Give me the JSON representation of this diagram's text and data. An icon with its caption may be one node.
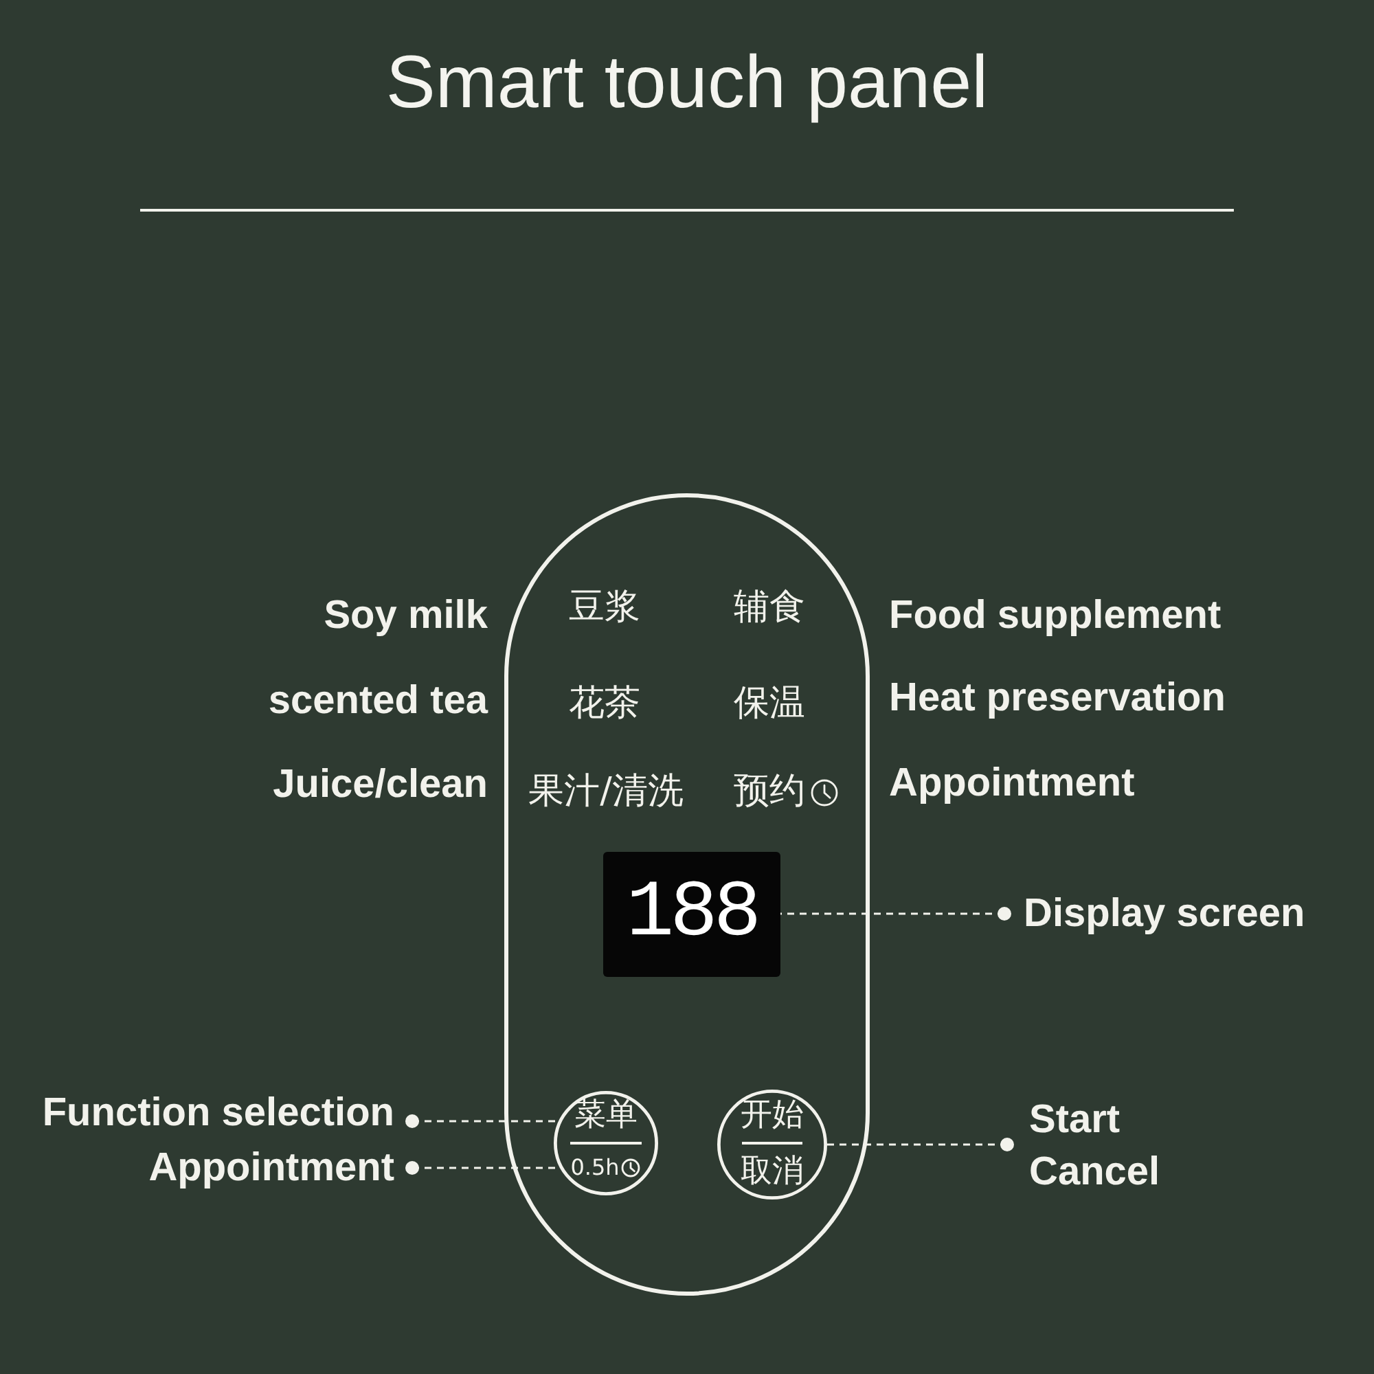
{
  "diagram": {
    "title": "Smart touch panel",
    "nodes": [
      {
        "text": [],
        "shape": "box"
      },
      {
        "text": [
          "188"
        ],
        "in": 0
      },
      {
        "text": [
          "Display screen"
        ]
      },
      {
        "text": [
          "Function selection"
        ]
      },
      {
        "text": [
          "Appointment"
        ]
      },
      {
        "text": [
          "菜单",
          "0.5h"
        ],
        "in": 0
      },
      {
        "text": [
          "开始",
          "取消"
        ],
        "in": 0
      },
      {
        "text": [
          "Start Cancel"
        ]
      }
    ],
    "edges": [
      {
        "from": 2,
        "to": 1,
        "arrow": "other",
        "style": "dashed"
      },
      {
        "from": 3,
        "to": 5,
        "arrow": "other",
        "style": "dashed"
      },
      {
        "from": 4,
        "to": 5,
        "arrow": "other",
        "style": "dashed"
      },
      {
        "from": 7,
        "to": 6,
        "arrow": "other",
        "style": "dashed"
      }
    ],
    "labels": [
      "Soy milk",
      "豆浆",
      "辅食",
      "Food supplement",
      "scented tea",
      "花茶",
      "保温",
      "Heat preservation",
      "Juice/clean",
      "果汁/清洗",
      "预约",
      "Appointment"
    ]
  }
}
